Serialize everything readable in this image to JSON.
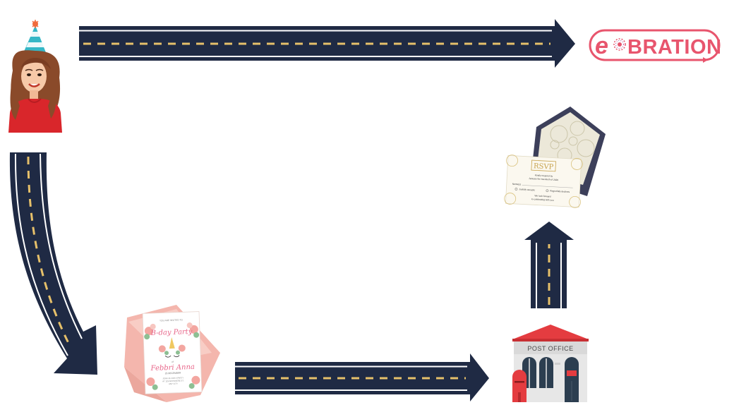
{
  "logo": {
    "letter": "e",
    "rest": "BRATION"
  },
  "rsvp_card": {
    "title": "RSVP",
    "line1": "Kindly respond by",
    "line2": "January the twentieth of 2020",
    "name_label": "Name(s)",
    "option_accept": "Joyfully accepts",
    "option_decline": "Regretfully declines",
    "footer1": "We look forward",
    "footer2": "to celebrating with you"
  },
  "invitation_card": {
    "top_line": "YOU ARE INVITED TO",
    "title_script": "B-day Party",
    "of_label": "of",
    "name_script": "Febbri Anna",
    "date_line": "25 DECEMBER",
    "detail1": "JOIN US FOR A PARTY",
    "detail2": "AT 123 ANYWHERE ST.",
    "detail3": "ANY CITY"
  },
  "post_office": {
    "sign": "POST OFFICE"
  },
  "colors": {
    "road": "#1f2a44",
    "road_line_white": "#ffffff",
    "road_dash": "#e6c06a",
    "logo_red": "#e8556d",
    "post_roof": "#e43c40",
    "envelope_dark": "#3c3f5a",
    "envelope_pink": "#f4b6ad"
  }
}
